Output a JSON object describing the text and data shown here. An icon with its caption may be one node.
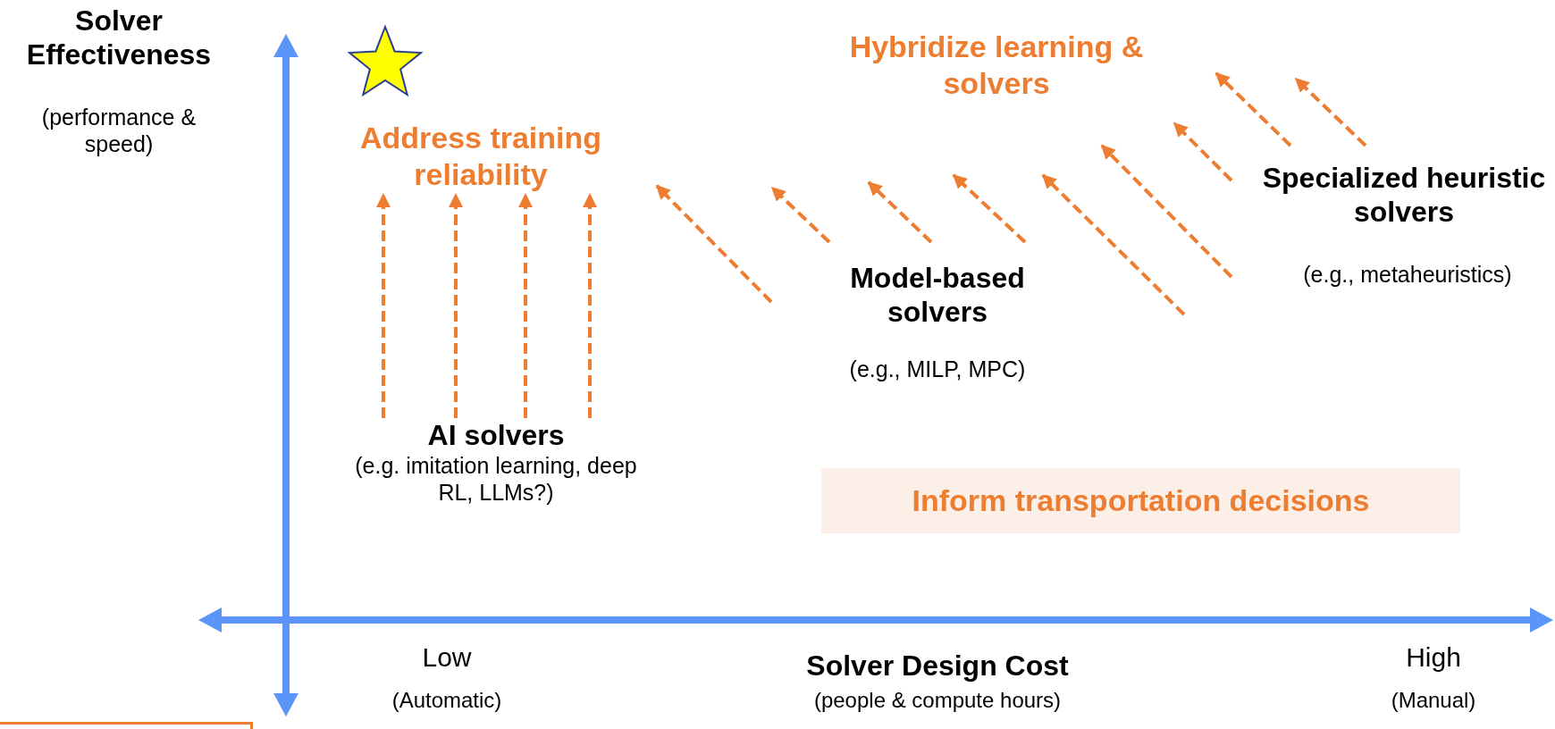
{
  "diagram": {
    "nodes": [
      {
        "text": [
          "Address training reliability"
        ]
      },
      {
        "text": [
          "AI solvers",
          "(e.g. imitation learning, deep RL, LLMs?)"
        ]
      },
      {
        "text": [
          "Inform transportation decisions"
        ]
      },
      {
        "text": [],
        "shape": "box"
      }
    ],
    "edges": [
      {
        "from": 1,
        "to": 0,
        "arrow": "to",
        "style": "dashed"
      },
      {
        "from": 1,
        "to": 0,
        "arrow": "to",
        "style": "dashed"
      },
      {
        "from": 1,
        "to": 0,
        "arrow": "to",
        "style": "dashed"
      },
      {
        "from": 1,
        "to": 0,
        "arrow": "to",
        "style": "dashed"
      }
    ],
    "labels": [
      "Solver Effectiveness",
      "(performance & speed)",
      "Hybridize learning & solvers",
      "Specialized heuristic solvers",
      "(e.g., metaheuristics)",
      "Model-based solvers",
      "(e.g., MILP, MPC)",
      "Low",
      "(Automatic)",
      "Solver Design Cost",
      "(people & compute hours)",
      "High",
      "(Manual)"
    ]
  }
}
